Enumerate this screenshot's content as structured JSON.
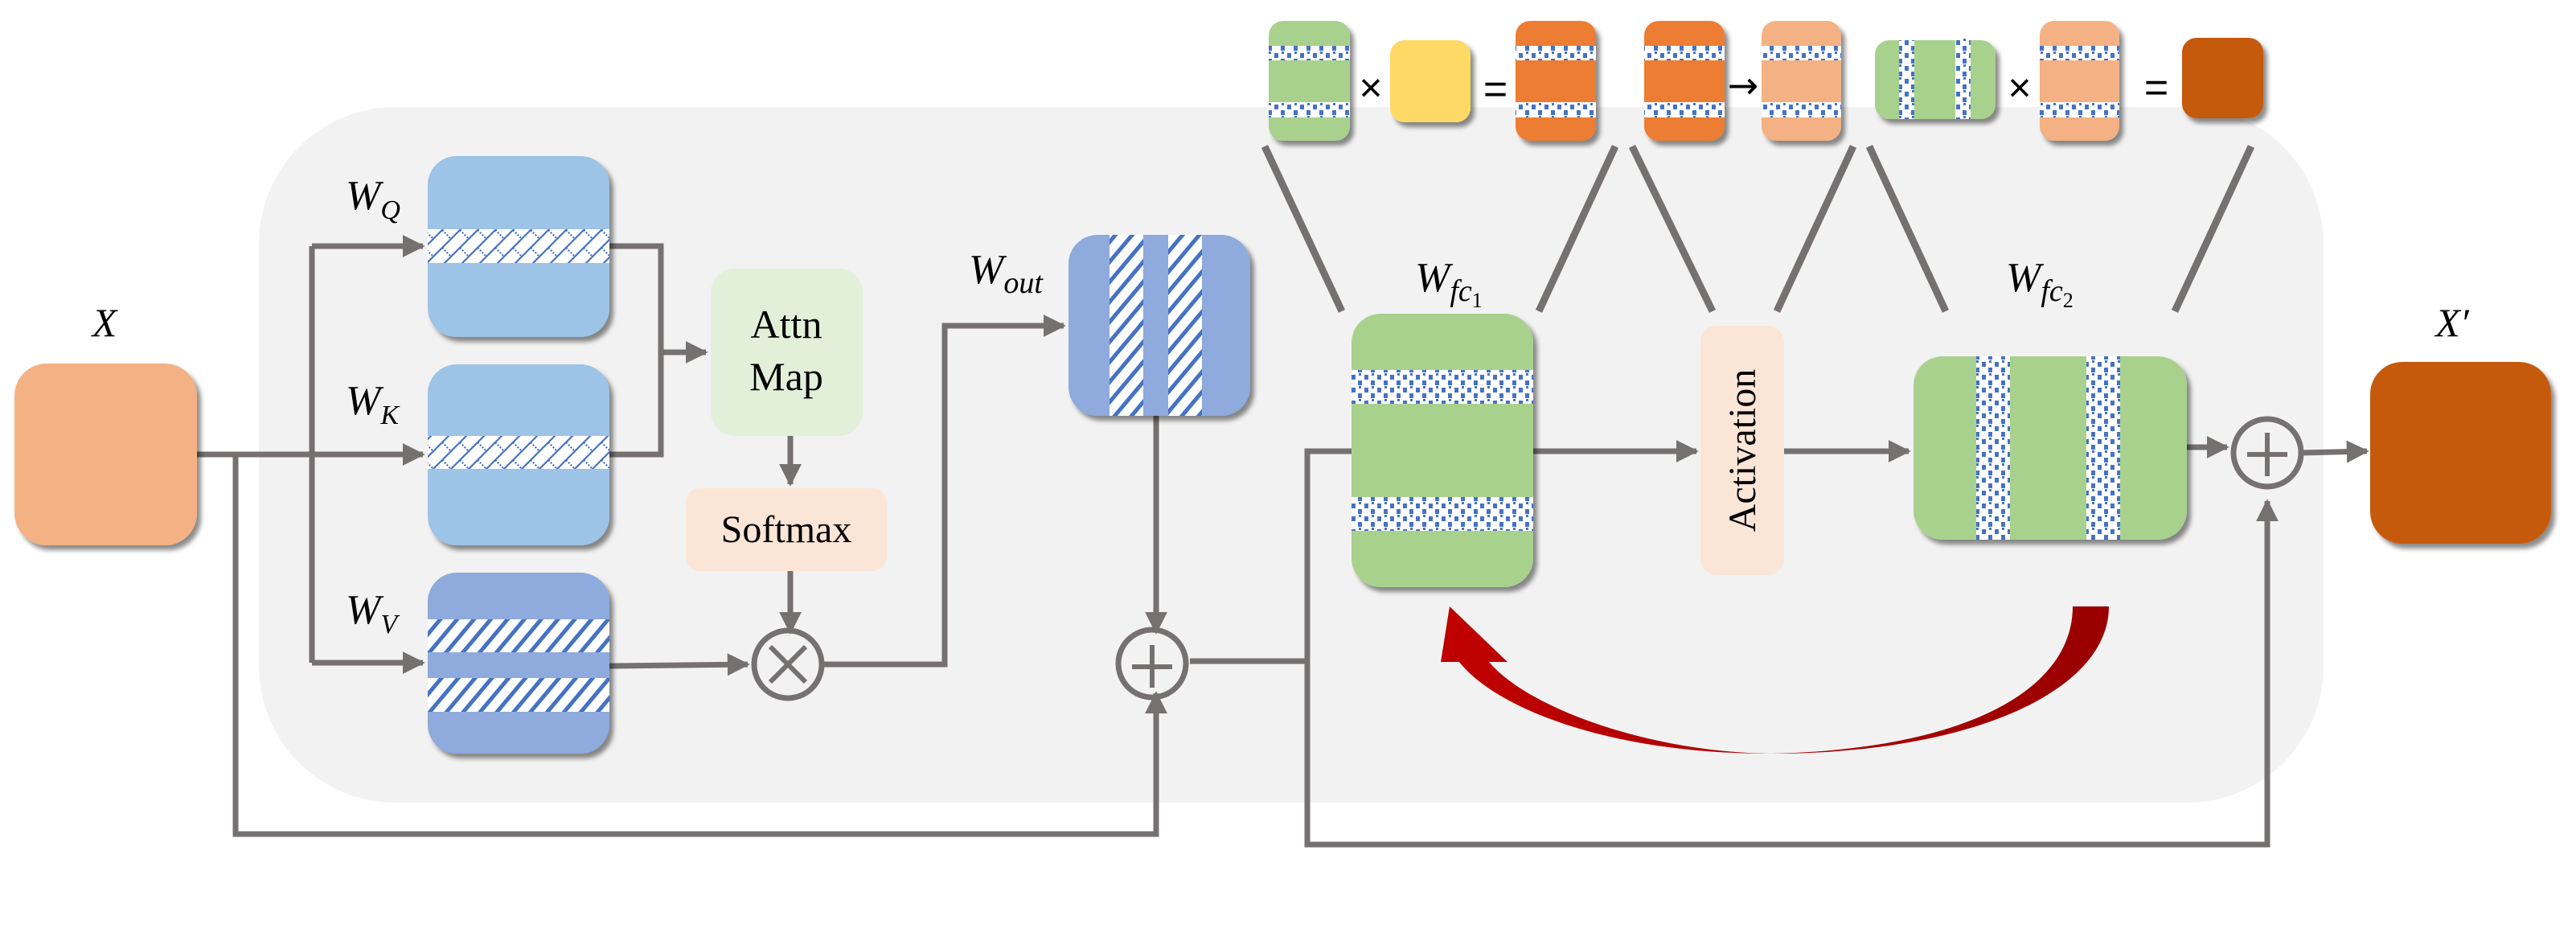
{
  "diagram": {
    "input_label": "X",
    "output_label": "X′",
    "attention": {
      "wq_label": {
        "base": "W",
        "sub": "Q"
      },
      "wk_label": {
        "base": "W",
        "sub": "K"
      },
      "wv_label": {
        "base": "W",
        "sub": "V"
      },
      "wout_label": {
        "base": "W",
        "sub": "out"
      },
      "attn_map_line1": "Attn",
      "attn_map_line2": "Map",
      "softmax_label": "Softmax",
      "multiply_symbol": "×",
      "add_symbol": "+"
    },
    "ffn": {
      "wfc1_label": {
        "base": "W",
        "sub": "fc",
        "subsub": "1"
      },
      "wfc2_label": {
        "base": "W",
        "sub": "fc",
        "subsub": "2"
      },
      "activation_label": "Activation",
      "add_symbol": "+"
    },
    "equation_strip": {
      "eq1_op1": "×",
      "eq1_op2": "=",
      "eq2_op": "→",
      "eq3_op1": "×",
      "eq3_op2": "="
    }
  },
  "colors": {
    "input_orange": "#F4B183",
    "output_orange": "#C55A11",
    "mid_orange": "#ED7D31",
    "light_blue": "#9DC3E6",
    "mid_blue": "#8FAADC",
    "pattern_blue": "#4472C4",
    "green": "#A9D18E",
    "attn_green": "#E2F0D9",
    "softmax_peach": "#FBE5D6",
    "yellow": "#FFD966",
    "panel_gray": "#F2F2F2",
    "line_gray": "#767171",
    "arrow_red": "#C00000",
    "arrow_dark_red": "#990000"
  }
}
